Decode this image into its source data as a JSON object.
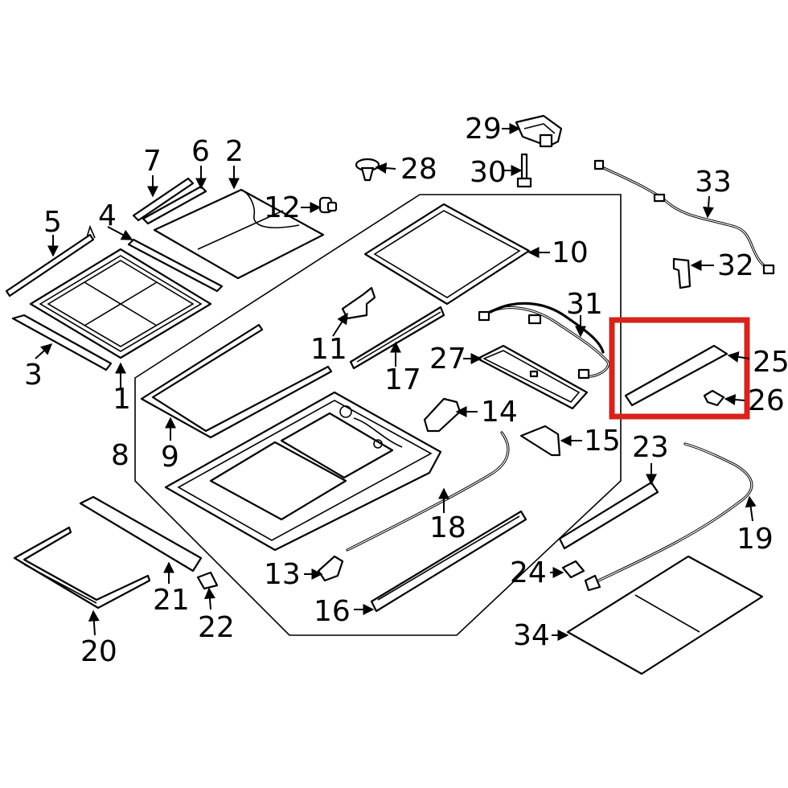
{
  "diagram": {
    "highlight_color": "#d6231c",
    "callouts": [
      {
        "id": "p1",
        "label": "1"
      },
      {
        "id": "p2",
        "label": "2"
      },
      {
        "id": "p3",
        "label": "3"
      },
      {
        "id": "p4",
        "label": "4"
      },
      {
        "id": "p5",
        "label": "5"
      },
      {
        "id": "p6",
        "label": "6"
      },
      {
        "id": "p7",
        "label": "7"
      },
      {
        "id": "p8",
        "label": "8"
      },
      {
        "id": "p9",
        "label": "9"
      },
      {
        "id": "p10",
        "label": "10"
      },
      {
        "id": "p11",
        "label": "11"
      },
      {
        "id": "p12",
        "label": "12"
      },
      {
        "id": "p13",
        "label": "13"
      },
      {
        "id": "p14",
        "label": "14"
      },
      {
        "id": "p15",
        "label": "15"
      },
      {
        "id": "p16",
        "label": "16"
      },
      {
        "id": "p17",
        "label": "17"
      },
      {
        "id": "p18",
        "label": "18"
      },
      {
        "id": "p19",
        "label": "19"
      },
      {
        "id": "p20",
        "label": "20"
      },
      {
        "id": "p21",
        "label": "21"
      },
      {
        "id": "p22",
        "label": "22"
      },
      {
        "id": "p23",
        "label": "23"
      },
      {
        "id": "p24",
        "label": "24"
      },
      {
        "id": "p25",
        "label": "25"
      },
      {
        "id": "p26",
        "label": "26"
      },
      {
        "id": "p27",
        "label": "27"
      },
      {
        "id": "p28",
        "label": "28"
      },
      {
        "id": "p29",
        "label": "29"
      },
      {
        "id": "p30",
        "label": "30"
      },
      {
        "id": "p31",
        "label": "31"
      },
      {
        "id": "p32",
        "label": "32"
      },
      {
        "id": "p33",
        "label": "33"
      },
      {
        "id": "p34",
        "label": "34"
      }
    ]
  }
}
